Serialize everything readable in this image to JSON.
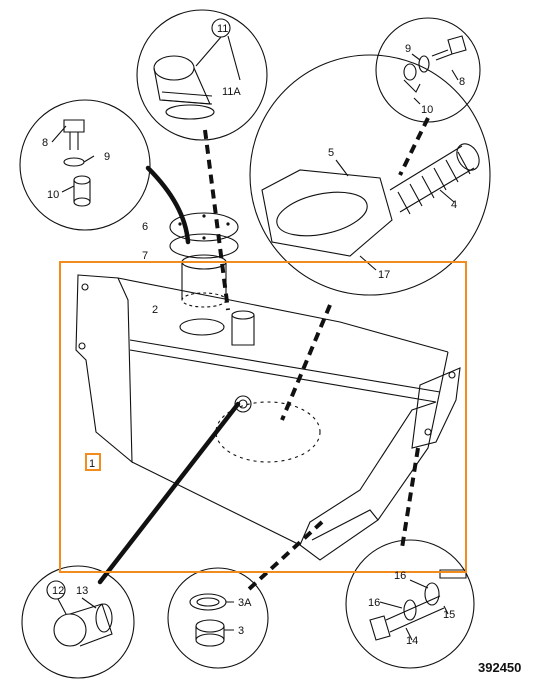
{
  "figure": {
    "reference_number": "392450",
    "highlight_color": "#f28c1e",
    "line_color": "#111111"
  },
  "labels": {
    "main_tank": "1",
    "filler_neck": "2",
    "sight_gauge": "3",
    "sight_gauge_seal": "3A",
    "hose": "4",
    "flange_plate": "5",
    "cover_plate": "6",
    "cover_gasket": "7",
    "bolt_left": "8",
    "washer_left": "9",
    "spacer_left": "10",
    "bolt_right": "8",
    "washer_right": "9",
    "spacer_right": "10",
    "filler_cap": "11",
    "filler_cap_seal": "11A",
    "drain_plug": "12",
    "drain_seal": "13",
    "mount_bolt": "14",
    "mount_washer": "15",
    "mount_spacer_a": "16",
    "mount_spacer_b": "16",
    "flange_gasket": "17"
  }
}
